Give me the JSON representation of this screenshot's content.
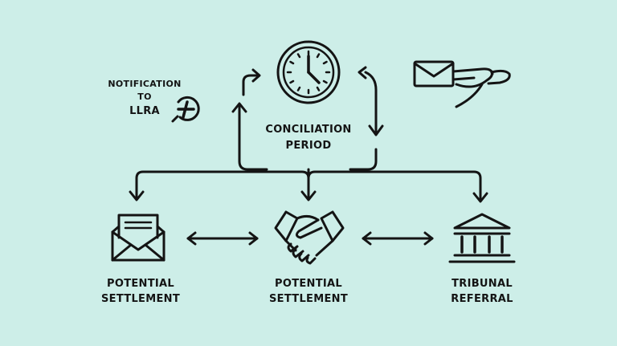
{
  "colors": {
    "background": "#cdeee8",
    "ink": "#141414"
  },
  "diagram": {
    "notification": {
      "lines": [
        "NOTIFICATION",
        "TO",
        "LLRA"
      ],
      "icon": "add-circle-icon"
    },
    "conciliation": {
      "lines": [
        "CONCILIATION",
        "PERIOD"
      ],
      "icon": "clock-icon"
    },
    "delivery": {
      "icon": "hand-holding-envelope-icon"
    },
    "outcomes": [
      {
        "lines": [
          "POTENTIAL",
          "SETTLEMENT"
        ],
        "icon": "envelope-letter-icon"
      },
      {
        "lines": [
          "POTENTIAL",
          "SETTLEMENT"
        ],
        "icon": "handshake-icon"
      },
      {
        "lines": [
          "TRIBUNAL",
          "REFERRAL"
        ],
        "icon": "courthouse-icon"
      }
    ]
  }
}
